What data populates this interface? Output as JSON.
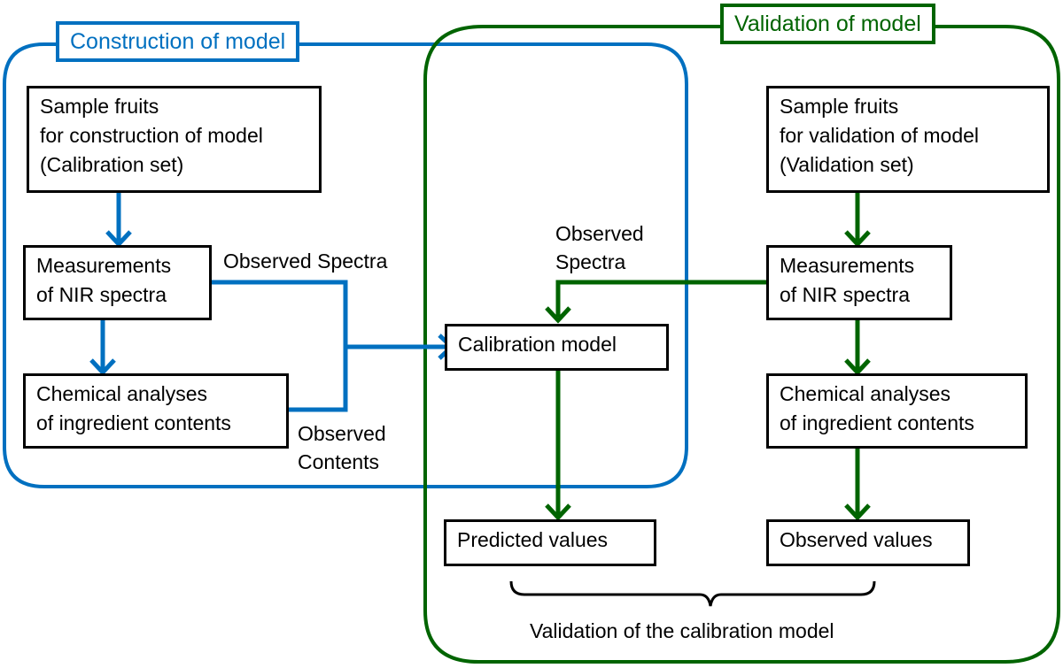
{
  "colors": {
    "construction": "#0070C0",
    "validation": "#006400",
    "box_border": "#000000"
  },
  "regions": {
    "construction": {
      "title": "Construction of model"
    },
    "validation": {
      "title": "Validation of model"
    }
  },
  "construction_boxes": {
    "sample": {
      "lines": [
        "Sample fruits",
        "for construction of model",
        "(Calibration set)"
      ]
    },
    "measure": {
      "lines": [
        "Measurements",
        "of NIR spectra"
      ]
    },
    "chemical": {
      "lines": [
        "Chemical analyses",
        "of ingredient contents"
      ]
    }
  },
  "validation_boxes": {
    "sample": {
      "lines": [
        "Sample fruits",
        "for validation of model",
        "(Validation set)"
      ]
    },
    "measure": {
      "lines": [
        "Measurements",
        "of NIR spectra"
      ]
    },
    "chemical": {
      "lines": [
        "Chemical analyses",
        "of ingredient contents"
      ]
    }
  },
  "calibration_model": {
    "label": "Calibration model"
  },
  "predicted_values": {
    "label": "Predicted values"
  },
  "observed_values": {
    "label": "Observed values"
  },
  "edge_labels": {
    "observed_spectra_construction": "Observed Spectra",
    "observed_contents": [
      "Observed",
      "Contents"
    ],
    "observed_spectra_validation": [
      "Observed",
      "Spectra"
    ]
  },
  "brace_label": "Validation of the calibration model"
}
